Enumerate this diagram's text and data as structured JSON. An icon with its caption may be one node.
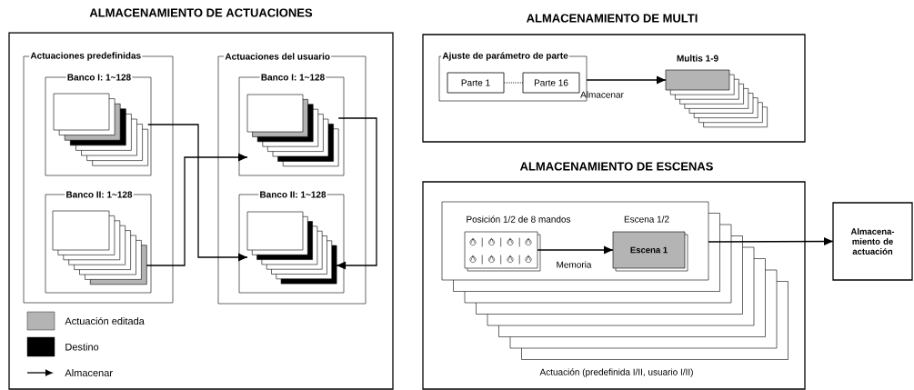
{
  "diagram": {
    "nodes": [
      {
        "text": [
          "ALMACENAMIENTO DE ACTUACIONES"
        ]
      },
      {
        "text": [
          "Actuaciones predefinidas"
        ],
        "in": 0
      },
      {
        "text": [
          "Banco I: 1~128"
        ],
        "in": 1
      },
      {
        "text": [],
        "shape": "box",
        "in": 2
      },
      {
        "text": [
          "Banco II: 1~128"
        ],
        "in": 1
      },
      {
        "text": [],
        "shape": "box",
        "in": 4
      },
      {
        "text": [
          "Actuaciones del usuario"
        ],
        "in": 0
      },
      {
        "text": [
          "Banco I: 1~128"
        ],
        "in": 6
      },
      {
        "text": [],
        "shape": "box",
        "in": 7
      },
      {
        "text": [
          "Banco II: 1~128"
        ],
        "in": 6
      },
      {
        "text": [],
        "shape": "box",
        "in": 9
      },
      {
        "text": [
          "ALMACENAMIENTO DE MULTI"
        ]
      },
      {
        "text": [
          "Ajuste de parámetro de parte"
        ],
        "in": 11
      },
      {
        "text": [
          "Parte 1"
        ],
        "in": 12
      },
      {
        "text": [
          "Parte 16"
        ],
        "in": 12
      },
      {
        "text": [
          "Multis 1-9"
        ],
        "in": 11
      },
      {
        "text": [
          "ALMACENAMIENTO DE ESCENAS"
        ]
      },
      {
        "text": [],
        "shape": "box",
        "in": 16
      },
      {
        "text": [
          "Posición 1/2 de 8 mandos"
        ],
        "in": 17
      },
      {
        "text": [
          "Escena 1/2",
          "Escena 1"
        ],
        "in": 17
      },
      {
        "text": [
          "Almacena- miento de actuación"
        ]
      }
    ],
    "edges": [
      {
        "from": 3,
        "to": 10,
        "arrow": "to"
      },
      {
        "from": 5,
        "to": 8,
        "arrow": "to"
      },
      {
        "from": 8,
        "to": 10,
        "arrow": "to"
      },
      {
        "from": 13,
        "to": 14,
        "arrow": "none",
        "style": "dashed"
      },
      {
        "from": 12,
        "to": 15,
        "arrow": "to",
        "label": "Almacenar"
      },
      {
        "from": 18,
        "to": 19,
        "arrow": "to",
        "label": "Memoria"
      },
      {
        "from": 17,
        "to": 20,
        "arrow": "to"
      }
    ],
    "labels": [
      "Actuación (predefinida I/II, usuario I/II)"
    ],
    "legend": [
      {
        "text": "Actuación editada",
        "color": "#b4b4b4"
      },
      {
        "text": "Destino",
        "color": "#000000"
      },
      {
        "text": "Almacenar"
      }
    ]
  }
}
